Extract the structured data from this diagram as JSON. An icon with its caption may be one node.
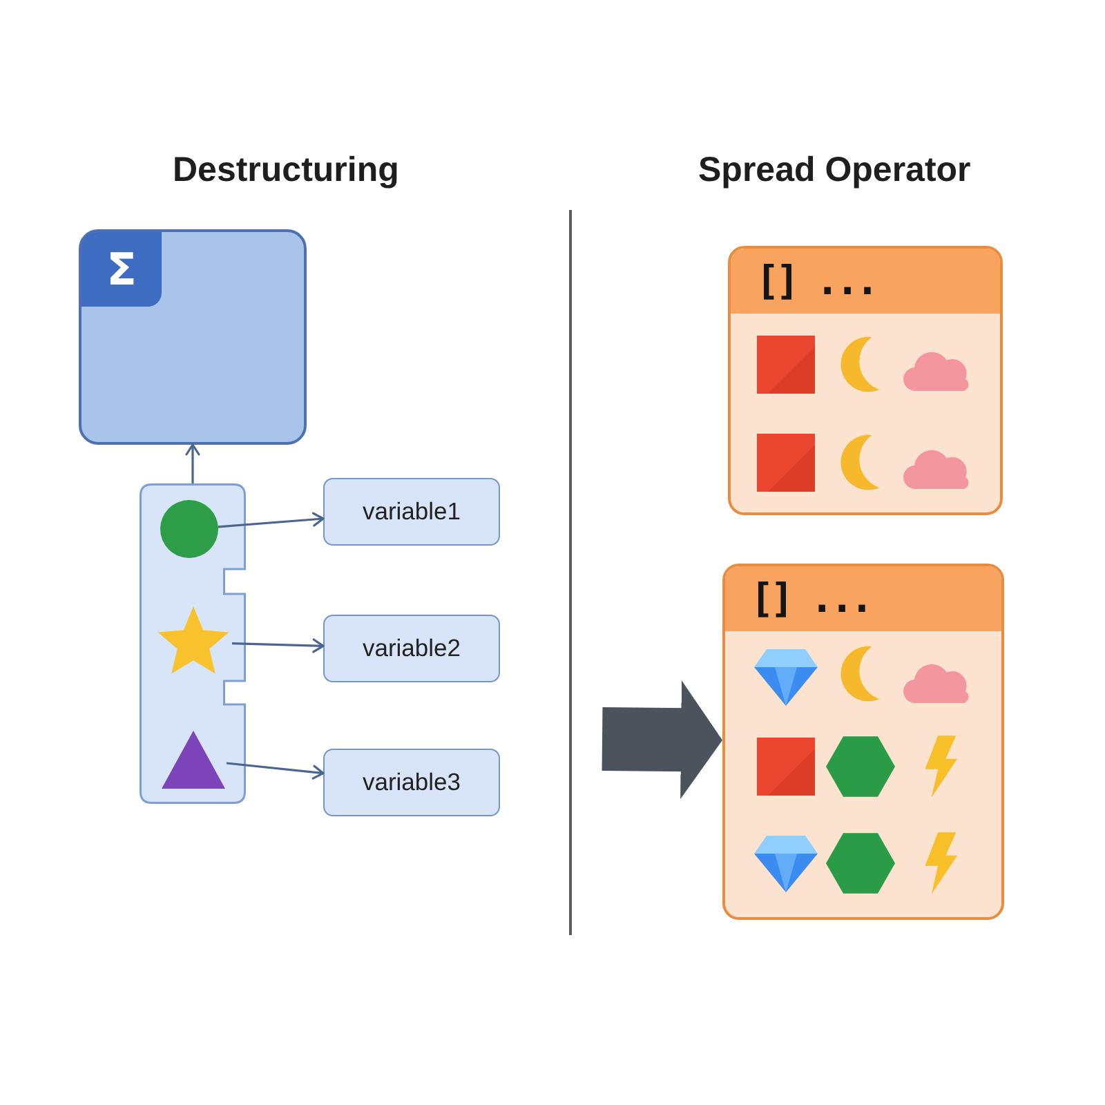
{
  "diagram": {
    "nodes": [
      {
        "text": [
          "Σ"
        ]
      },
      {
        "text": [],
        "shape": "box"
      },
      {
        "text": [],
        "shape": "circle",
        "in": 1
      },
      {
        "text": [],
        "shape": "star",
        "in": 1
      },
      {
        "text": [],
        "shape": "triangle",
        "in": 1
      },
      {
        "text": [
          "variable1"
        ]
      },
      {
        "text": [
          "variable2"
        ]
      },
      {
        "text": [
          "variable3"
        ]
      },
      {
        "text": [
          "[] ..."
        ]
      },
      {
        "text": [
          "[] ..."
        ]
      }
    ],
    "edges": [
      {
        "from": 1,
        "to": 0,
        "arrow": "to"
      },
      {
        "from": 2,
        "to": 5,
        "arrow": "to"
      },
      {
        "from": 3,
        "to": 6,
        "arrow": "to"
      },
      {
        "from": 4,
        "to": 7,
        "arrow": "to"
      },
      {
        "from": null,
        "to": 9,
        "arrow": "to",
        "style": "thick",
        "color": "#4b535c"
      }
    ],
    "labels": [
      "Destructuring",
      "Spread Operator"
    ]
  }
}
